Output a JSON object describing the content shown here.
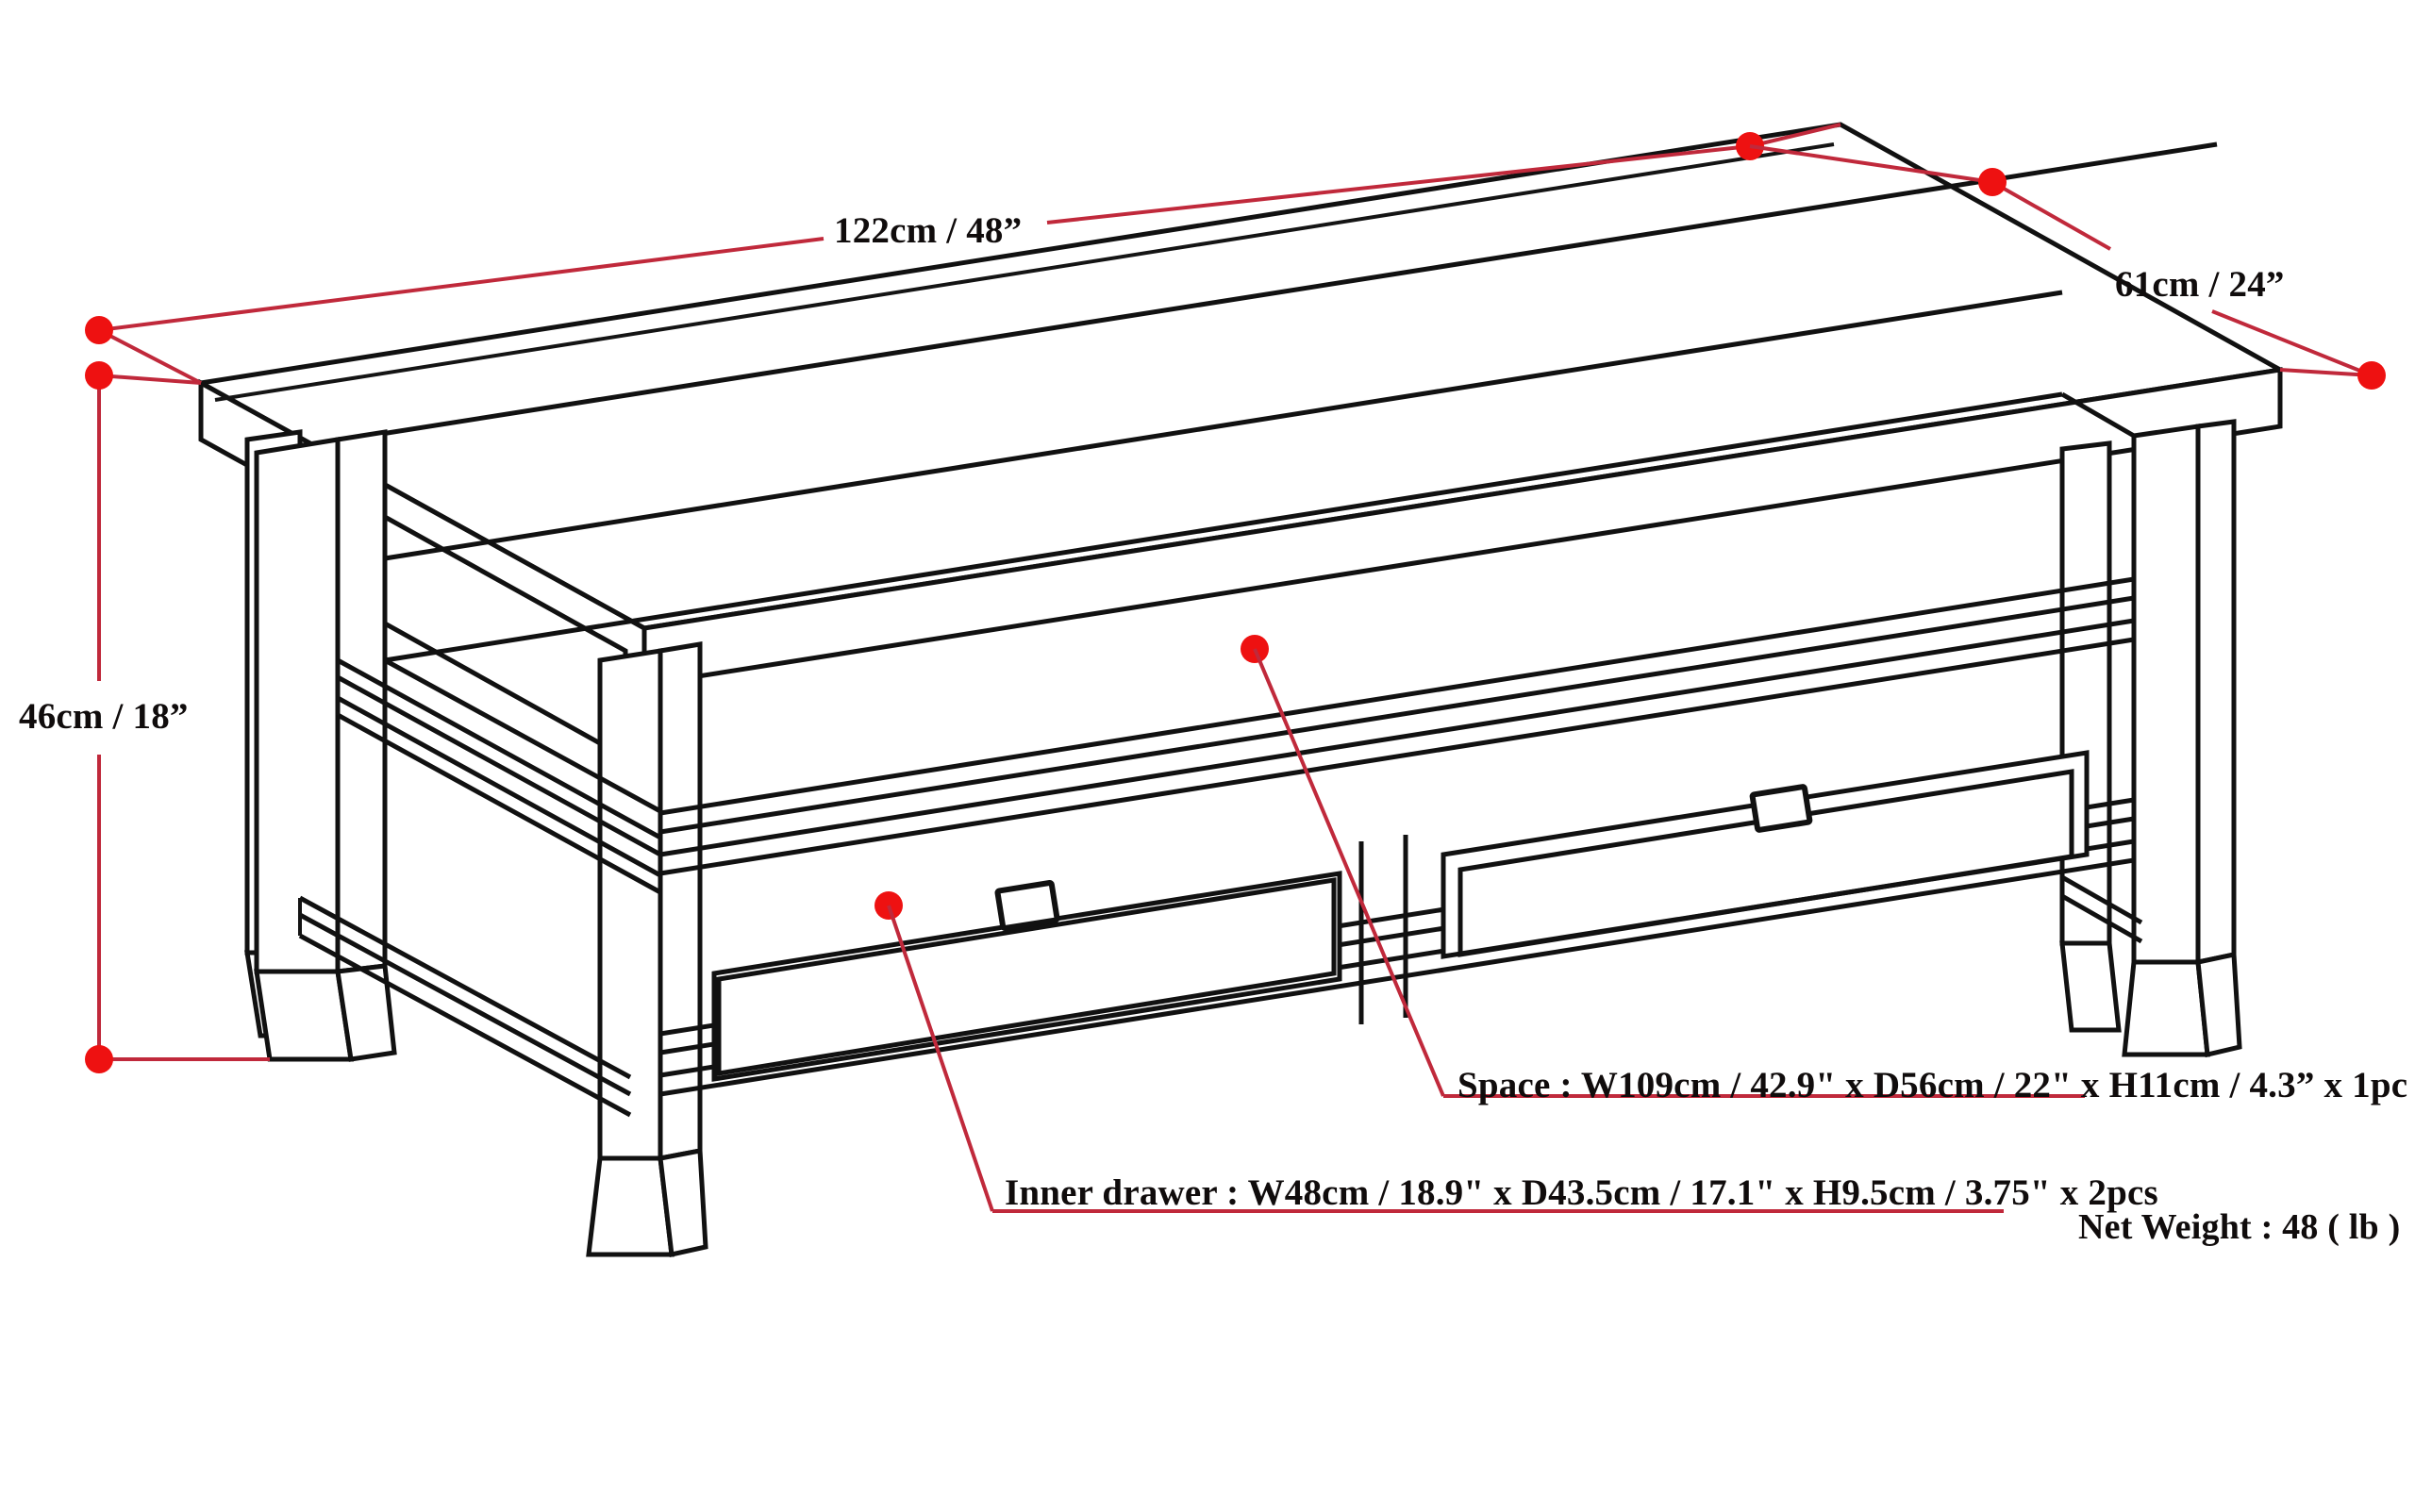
{
  "diagram": {
    "title": "Coffee table dimension diagram",
    "product": "rectangular coffee table with two drawers and lower shelf",
    "projection": "isometric line drawing",
    "line_color": "#111111",
    "dimension_color": "#c0293b",
    "marker_color": "#ee1111",
    "background": "#ffffff"
  },
  "dimensions": {
    "width": {
      "label": "122cm / 48”",
      "axis": "width",
      "cm": 122,
      "inch": 48
    },
    "depth": {
      "label": "61cm / 24”",
      "axis": "depth",
      "cm": 61,
      "inch": 24
    },
    "height": {
      "label": "46cm / 18”",
      "axis": "height",
      "cm": 46,
      "inch": 18
    }
  },
  "callouts": {
    "space": {
      "label": "Space : W109cm / 42.9\" x D56cm / 22\" x H11cm / 4.3” x 1pc",
      "target": "open shelf space"
    },
    "inner_drawer": {
      "label": "Inner drawer : W48cm / 18.9\" x D43.5cm / 17.1\" x H9.5cm / 3.75\" x 2pcs",
      "target": "left drawer front"
    }
  },
  "specs": {
    "net_weight": "Net Weight : 48 ( lb )"
  }
}
